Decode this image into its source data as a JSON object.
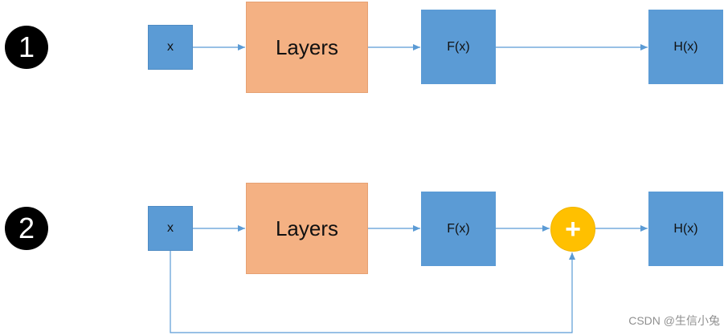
{
  "row1": {
    "number": "1",
    "input_label": "x",
    "layers_label": "Layers",
    "f_label": "F(x)",
    "h_label": "H(x)"
  },
  "row2": {
    "number": "2",
    "input_label": "x",
    "layers_label": "Layers",
    "f_label": "F(x)",
    "plus_symbol": "+",
    "h_label": "H(x)"
  },
  "watermark": "CSDN @生信小兔",
  "colors": {
    "box_blue": "#5b9bd5",
    "layers_orange": "#f4b183",
    "add_yellow": "#ffc000",
    "arrow_blue": "#5b9bd5"
  }
}
